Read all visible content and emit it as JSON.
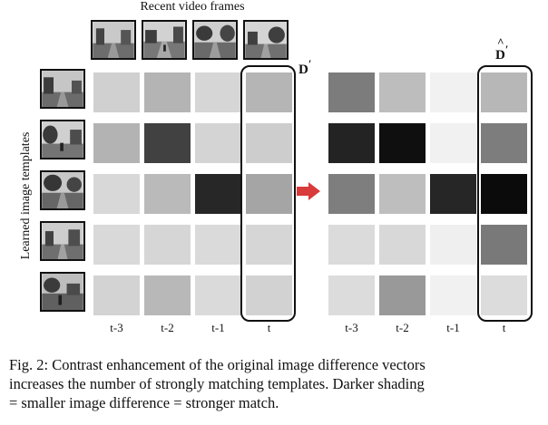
{
  "title": "Recent video frames",
  "ylabel": "Learned image templates",
  "matrix_left": {
    "label": "D",
    "prime": "′",
    "cells": [
      [
        "#d0d0d0",
        "#b4b4b4",
        "#d6d6d6",
        "#b5b5b5"
      ],
      [
        "#b3b3b3",
        "#414141",
        "#d4d4d4",
        "#cdcdcd"
      ],
      [
        "#d8d8d8",
        "#bababa",
        "#272727",
        "#a5a5a5"
      ],
      [
        "#d9d9d9",
        "#d6d6d6",
        "#dadada",
        "#d6d6d6"
      ],
      [
        "#d3d3d3",
        "#b8b8b8",
        "#dadada",
        "#d2d2d2"
      ]
    ]
  },
  "matrix_right": {
    "label": "D",
    "hat": "^",
    "prime": "′",
    "cells": [
      [
        "#7c7c7c",
        "#bdbdbd",
        "#f1f1f1",
        "#b7b7b7"
      ],
      [
        "#232323",
        "#0f0f0f",
        "#f1f1f1",
        "#7d7d7d"
      ],
      [
        "#7e7e7e",
        "#bebebe",
        "#262626",
        "#0b0b0b"
      ],
      [
        "#dbdbdb",
        "#d8d8d8",
        "#efefef",
        "#797979"
      ],
      [
        "#dcdcdc",
        "#999999",
        "#f1f1f1",
        "#dcdcdc"
      ]
    ]
  },
  "x_ticks": [
    "t-3",
    "t-2",
    "t-1",
    "t"
  ],
  "arrow_color": "#d93a3a",
  "caption_lines": [
    "Fig. 2: Contrast enhancement of the original image difference vectors",
    "increases the number of strongly matching templates. Darker shading",
    "= smaller image difference = stronger match."
  ]
}
